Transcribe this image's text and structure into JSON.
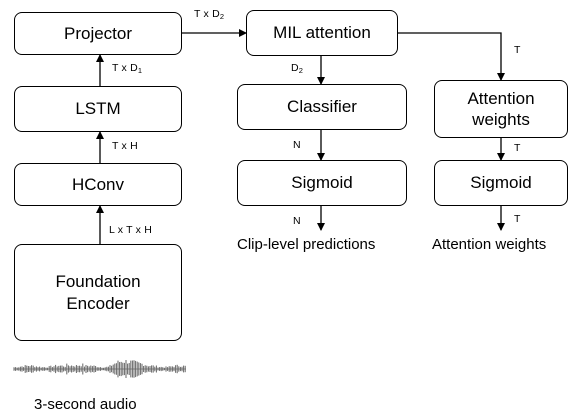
{
  "boxes": {
    "projector": "Projector",
    "lstm": "LSTM",
    "hconv": "HConv",
    "encoder": "Foundation\nEncoder",
    "mil": "MIL attention",
    "classifier": "Classifier",
    "sigmoid_left": "Sigmoid",
    "attention_weights": "Attention\nweights",
    "sigmoid_right": "Sigmoid"
  },
  "edge_labels": {
    "audio_to_encoder": "",
    "encoder_to_hconv": "L x T x H",
    "hconv_to_lstm": "T x H",
    "lstm_to_projector": {
      "main": "T x D",
      "sub": "1"
    },
    "projector_to_mil": {
      "main": "T x D",
      "sub": "2"
    },
    "mil_to_classifier": {
      "main": "D",
      "sub": "2"
    },
    "classifier_to_sigmoid": "N",
    "sigmoid_to_output": "N",
    "mil_to_attention": "T",
    "attention_to_sigmoid": "T",
    "sigmoid_right_to_output": "T"
  },
  "outputs": {
    "clip_level": "Clip-level predictions",
    "attention": "Attention weights"
  },
  "input": {
    "caption": "3-second audio",
    "waveform_icon": "audio-waveform-icon"
  }
}
